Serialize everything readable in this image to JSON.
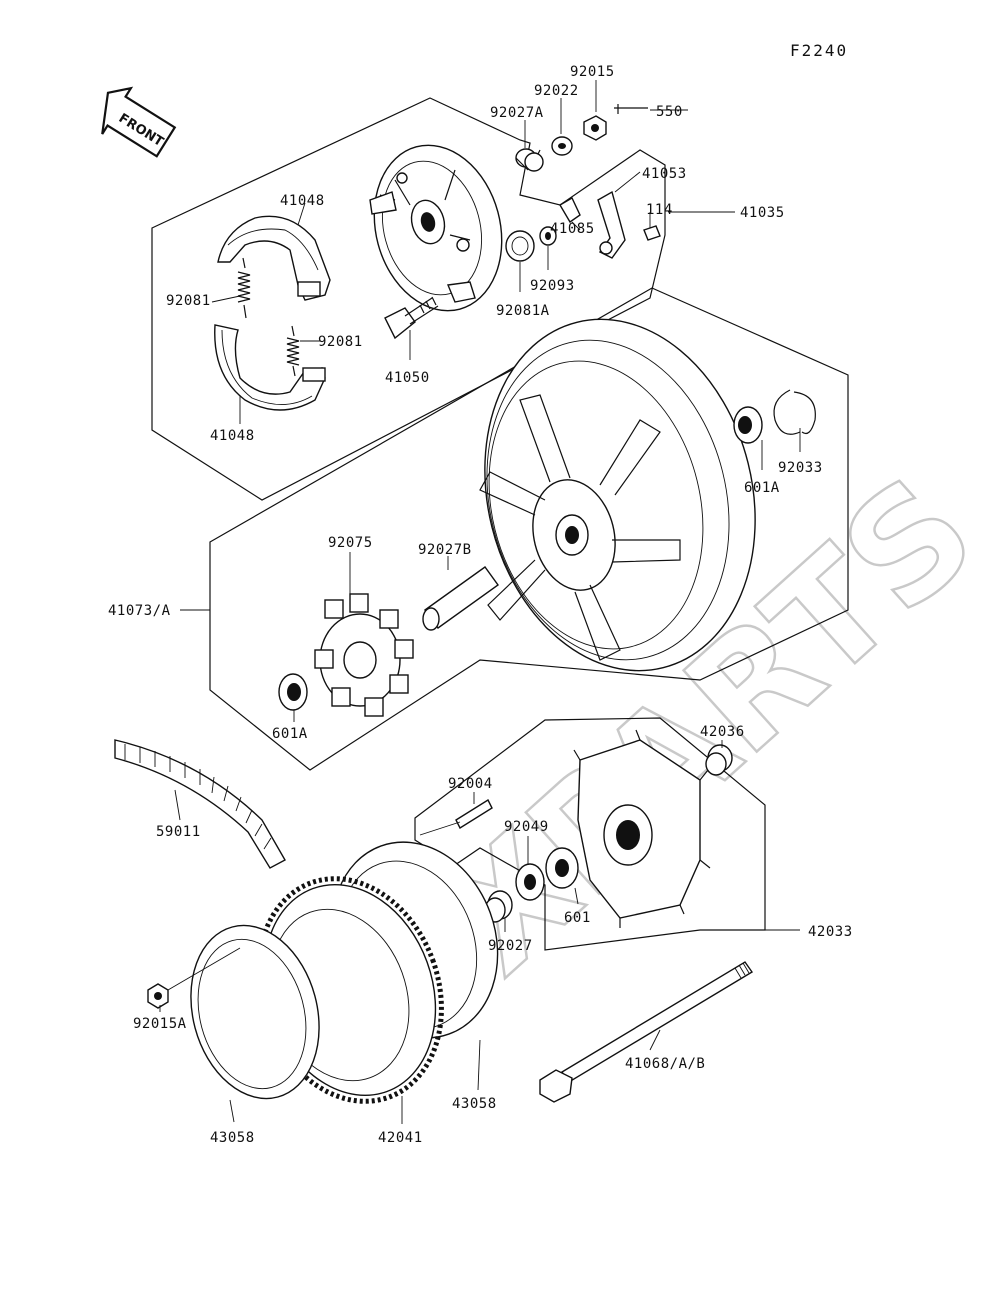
{
  "figure_code": "F2240",
  "front_arrow_text": "FRONT",
  "watermark": "XPARTS",
  "colors": {
    "ink": "#111111",
    "paper": "#ffffff",
    "watermark": "#c9c9c9"
  },
  "labels": {
    "l92015": "92015",
    "l92022": "92022",
    "l92027A": "92027A",
    "l550": "550",
    "l41053": "41053",
    "l114": "114",
    "l41035": "41035",
    "l41048_top": "41048",
    "l92081_left": "92081",
    "l92081_right": "92081",
    "l41048_bottom": "41048",
    "l41085": "41085",
    "l92093": "92093",
    "l92081A": "92081A",
    "l41050": "41050",
    "l92033": "92033",
    "l601A_top": "601A",
    "l92075": "92075",
    "l92027B": "92027B",
    "l41073A": "41073/A",
    "l601A_bottom": "601A",
    "l42036": "42036",
    "l92004": "92004",
    "l92049": "92049",
    "l59011": "59011",
    "l601": "601",
    "l92027": "92027",
    "l42033": "42033",
    "l92015A": "92015A",
    "l41068AB": "41068/A/B",
    "l43058_right": "43058",
    "l43058_left": "43058",
    "l42041": "42041"
  }
}
